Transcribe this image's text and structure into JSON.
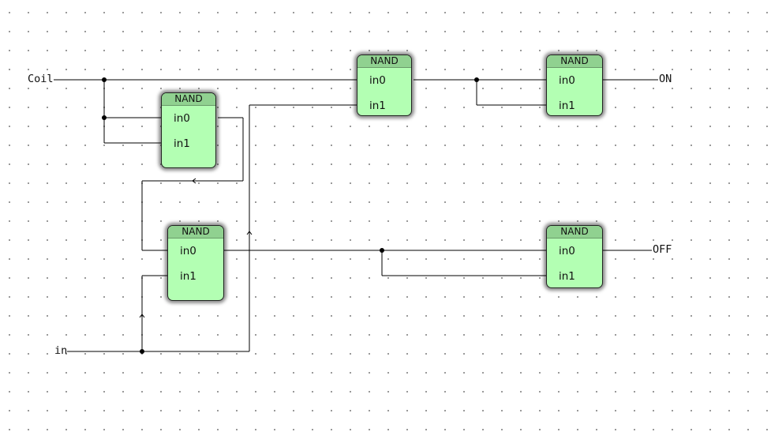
{
  "diagram": {
    "inputs": [
      {
        "id": "coil",
        "label": "Coil"
      },
      {
        "id": "in",
        "label": "in"
      }
    ],
    "outputs": [
      {
        "id": "on",
        "label": "ON"
      },
      {
        "id": "off",
        "label": "OFF"
      }
    ],
    "blocks": [
      {
        "id": "nand1",
        "type": "NAND",
        "pins": [
          "in0",
          "in1"
        ]
      },
      {
        "id": "nand2",
        "type": "NAND",
        "pins": [
          "in0",
          "in1"
        ]
      },
      {
        "id": "nand3",
        "type": "NAND",
        "pins": [
          "in0",
          "in1"
        ]
      },
      {
        "id": "nand4",
        "type": "NAND",
        "pins": [
          "in0",
          "in1"
        ]
      },
      {
        "id": "nand5",
        "type": "NAND",
        "pins": [
          "in0",
          "in1"
        ]
      }
    ],
    "colors": {
      "block_fill": "#b3ffb3",
      "block_header": "#90d190",
      "wire": "#000000",
      "grid_dot": "#8a8a8a"
    }
  }
}
